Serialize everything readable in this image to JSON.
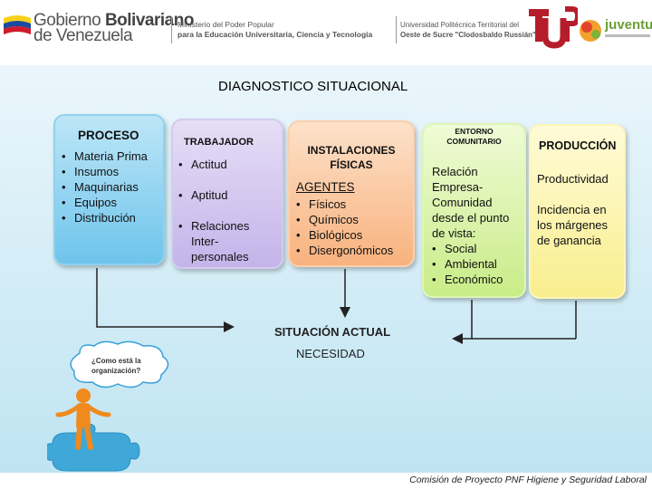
{
  "header": {
    "gov_line1_pre": "Gobierno ",
    "gov_line1_bold": "Bolivariano",
    "gov_line2": "de Venezuela",
    "ministry_line1": "Ministerio del Poder Popular",
    "ministry_line2": "para la Educación Universitaria, Ciencia y Tecnología",
    "university_line1": "Universidad Politécnica Territorial del",
    "university_line2": "Oeste de Sucre \"Clodosbaldo Russián\"",
    "logo2_text": "juventud"
  },
  "title": "DIAGNOSTICO SITUACIONAL",
  "boxes": {
    "proceso": {
      "title": "PROCESO",
      "items": [
        "Materia Prima",
        "Insumos",
        "Maquinarias",
        "Equipos",
        "Distribución"
      ]
    },
    "trabajador": {
      "title": "TRABAJADOR",
      "items": [
        "Actitud",
        "Aptitud",
        "Relaciones",
        "Inter-",
        "personales"
      ]
    },
    "instalaciones": {
      "title_1": "INSTALACIONES",
      "title_2": "FÍSICAS",
      "subtitle": "AGENTES",
      "items": [
        "Físicos",
        "Químicos",
        "Biológicos",
        "Disergonómicos"
      ]
    },
    "entorno": {
      "title_1": "ENTORNO",
      "title_2": "COMUNITARIO",
      "lines": [
        "Relación",
        "Empresa-",
        "Comunidad",
        "desde el punto",
        "de vista:"
      ],
      "items": [
        "Social",
        "Ambiental",
        "Económico"
      ]
    },
    "produccion": {
      "title": "PRODUCCIÓN",
      "line1": "Productividad",
      "lines2": [
        "Incidencia en",
        "los márgenes",
        "de ganancia"
      ]
    }
  },
  "center": {
    "title": "SITUACIÓN ACTUAL",
    "subtitle": "NECESIDAD"
  },
  "bubble": {
    "line1": "¿Como está la",
    "line2": "organización?"
  },
  "footer": "Comisión de Proyecto PNF Higiene y Seguridad Laboral"
}
